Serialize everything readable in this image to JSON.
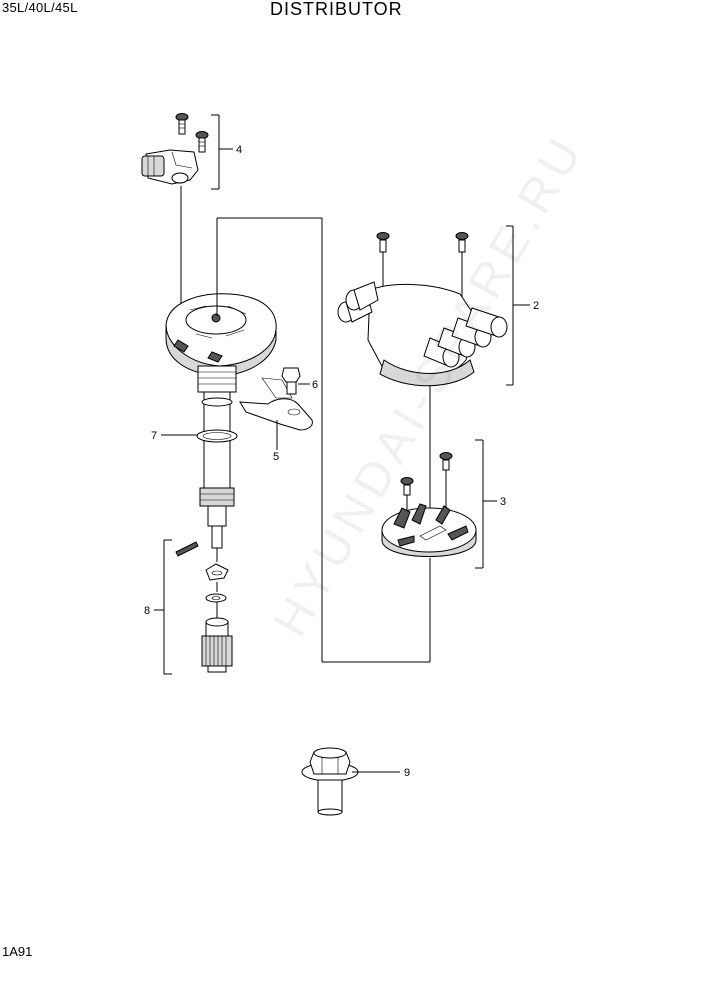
{
  "header": {
    "model": "35L/40L/45L",
    "title": "DISTRIBUTOR"
  },
  "footer": {
    "page_code": "1A91"
  },
  "callouts": [
    "2",
    "3",
    "4",
    "5",
    "6",
    "7",
    "8",
    "9"
  ],
  "watermark": "HYUNDAI-SPARE.RU"
}
